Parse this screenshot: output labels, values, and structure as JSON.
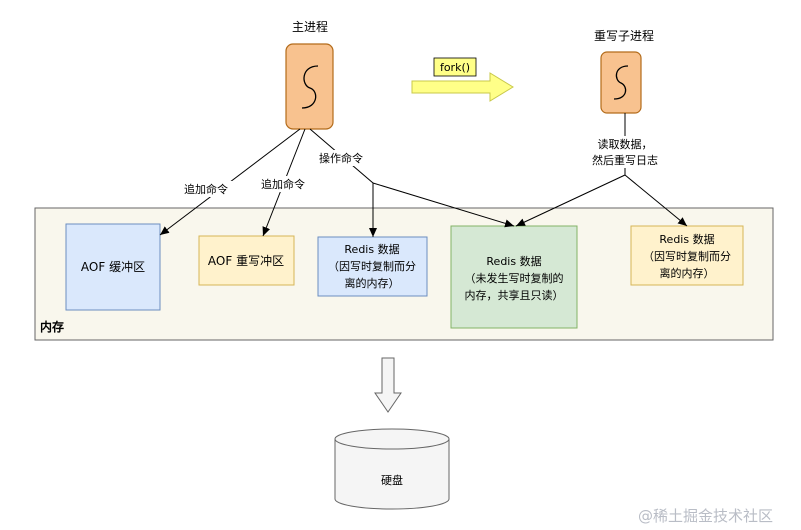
{
  "main_process": {
    "label": "主进程"
  },
  "fork_label": "fork()",
  "child_process": {
    "label": "重写子进程"
  },
  "edge_labels": {
    "append_cmd_1": "追加命令",
    "append_cmd_2": "追加命令",
    "operate_cmd": "操作命令",
    "read_data_line1": "读取数据，",
    "read_data_line2": "然后重写日志"
  },
  "memory": {
    "label": "内存",
    "boxes": {
      "aof_buffer": {
        "lines": [
          "AOF 缓冲区"
        ]
      },
      "aof_rewrite_buffer": {
        "lines": [
          "AOF 重写冲区"
        ]
      },
      "redis_data_left": {
        "lines": [
          "Redis 数据",
          "（因写时复制而分",
          "离的内存）"
        ]
      },
      "redis_data_shared": {
        "lines": [
          "Redis 数据",
          "（未发生写时复制的",
          "内存，共享且只读）"
        ]
      },
      "redis_data_right": {
        "lines": [
          "Redis 数据",
          "（因写时复制而分",
          "离的内存）"
        ]
      }
    }
  },
  "disk": {
    "label": "硬盘"
  },
  "watermark": "@稀土掘金技术社区",
  "colors": {
    "process_fill": "#f8c28f",
    "process_stroke": "#b36b1a",
    "fork_arrow_fill": "#ffff88",
    "fork_arrow_stroke": "#c8c84a",
    "memory_fill": "#f9f7ed",
    "blue_fill": "#dae8fc",
    "blue_stroke": "#6c8ebf",
    "yellow_fill": "#fff2cc",
    "yellow_stroke": "#d6b656",
    "green_fill": "#d5e8d4",
    "green_stroke": "#82b366"
  }
}
